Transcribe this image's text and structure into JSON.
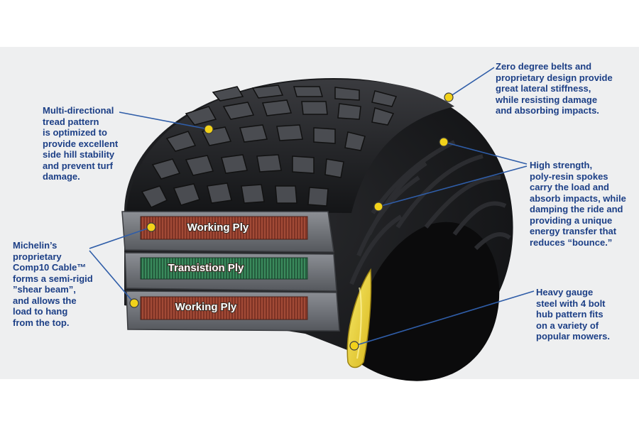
{
  "callouts": {
    "tread": [
      "Multi-directional",
      "tread pattern",
      "is optimized to",
      "provide excellent",
      "side hill stability",
      "and prevent turf",
      "damage."
    ],
    "belts": [
      "Zero degree belts and",
      "proprietary design provide",
      "great lateral stiffness,",
      "while resisting damage",
      "and absorbing impacts."
    ],
    "spokes": [
      "High strength,",
      "poly-resin spokes",
      "carry the load and",
      "absorb impacts, while",
      "damping the ride and",
      "providing a unique",
      "energy transfer that",
      "reduces “bounce.”"
    ],
    "comp10": [
      "Michelin’s",
      "proprietary",
      "Comp10 Cable™",
      "forms a semi-rigid",
      "”shear beam”,",
      "and allows the",
      "load to hang",
      "from the top."
    ],
    "hub": [
      "Heavy gauge",
      "steel with 4 bolt",
      "hub pattern fits",
      "on a variety of",
      "popular mowers."
    ]
  },
  "plies": {
    "top": "Working Ply",
    "middle": "Transistion Ply",
    "bottom": "Working Ply"
  },
  "colors": {
    "callout_text": "#1c3f86",
    "leader_line": "#2f5da8",
    "marker_fill": "#f2d21a",
    "working_ply": "#8a3a2a",
    "transition_ply": "#2c6b48",
    "tire_rubber": "#1e1f22",
    "hub_yellow": "#f0dc3a"
  },
  "icons": {
    "marker": "yellow-dot-marker"
  }
}
